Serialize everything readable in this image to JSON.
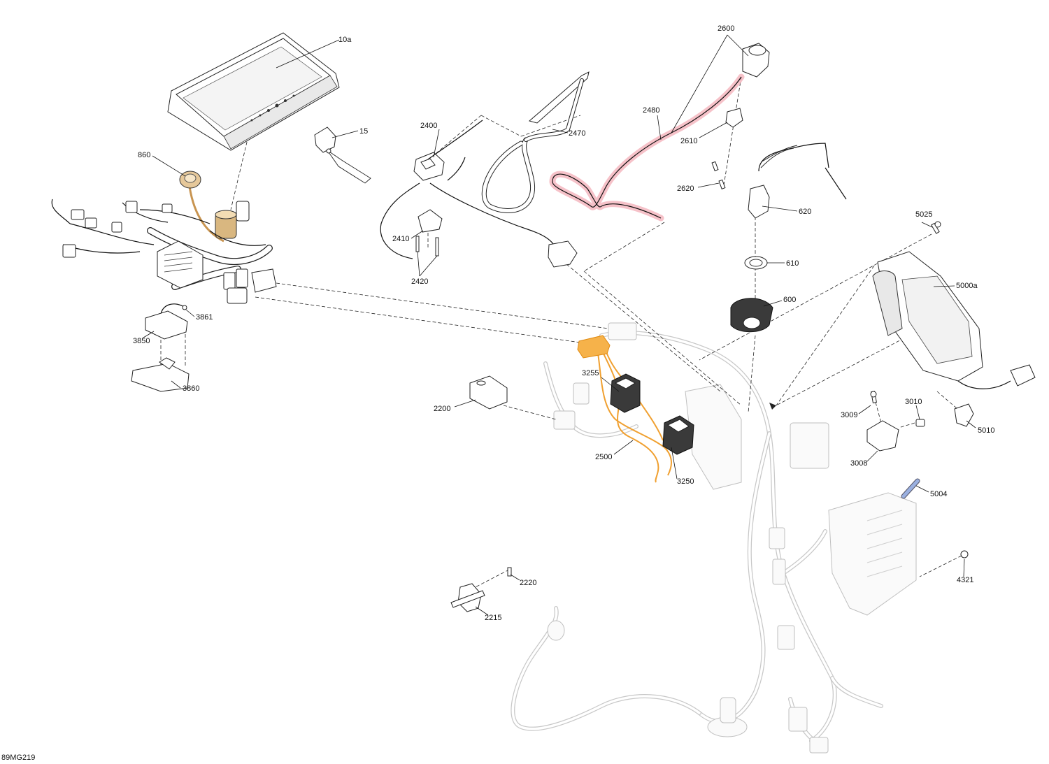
{
  "diagram_id": "89MG219",
  "callouts": [
    {
      "id": "c10a",
      "label": "10a"
    },
    {
      "id": "c15",
      "label": "15"
    },
    {
      "id": "c860",
      "label": "860"
    },
    {
      "id": "c2400",
      "label": "2400"
    },
    {
      "id": "c2470",
      "label": "2470"
    },
    {
      "id": "c2480",
      "label": "2480"
    },
    {
      "id": "c2600",
      "label": "2600"
    },
    {
      "id": "c2610",
      "label": "2610"
    },
    {
      "id": "c2620",
      "label": "2620"
    },
    {
      "id": "c620",
      "label": "620"
    },
    {
      "id": "c2410",
      "label": "2410"
    },
    {
      "id": "c2420",
      "label": "2420"
    },
    {
      "id": "c5025",
      "label": "5025"
    },
    {
      "id": "c610",
      "label": "610"
    },
    {
      "id": "c5000a",
      "label": "5000a"
    },
    {
      "id": "c600",
      "label": "600"
    },
    {
      "id": "c3861",
      "label": "3861"
    },
    {
      "id": "c3850",
      "label": "3850"
    },
    {
      "id": "c3860",
      "label": "3860"
    },
    {
      "id": "c3255",
      "label": "3255"
    },
    {
      "id": "c2200",
      "label": "2200"
    },
    {
      "id": "c3009",
      "label": "3009"
    },
    {
      "id": "c3010",
      "label": "3010"
    },
    {
      "id": "c5010",
      "label": "5010"
    },
    {
      "id": "c3008",
      "label": "3008"
    },
    {
      "id": "c2500",
      "label": "2500"
    },
    {
      "id": "c3250",
      "label": "3250"
    },
    {
      "id": "c5004",
      "label": "5004"
    },
    {
      "id": "c4321",
      "label": "4321"
    },
    {
      "id": "c2220",
      "label": "2220"
    },
    {
      "id": "c2215",
      "label": "2215"
    }
  ]
}
